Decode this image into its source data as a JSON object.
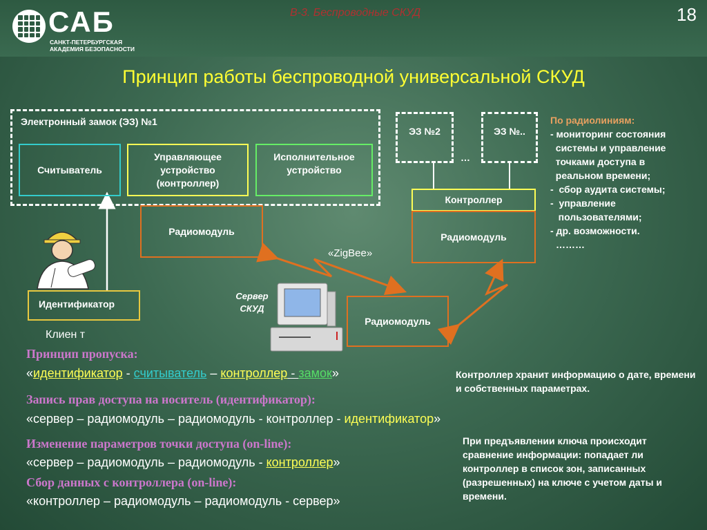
{
  "header": {
    "logo_text": "САБ",
    "logo_sub": "САНКТ-ПЕТЕРБУРГСКАЯ АКАДЕМИЯ БЕЗОПАСНОСТИ",
    "slide_subtitle": "В-3. Беспроводные СКУД",
    "page_number": "18"
  },
  "title": "Принцип работы беспроводной универсальной СКУД",
  "diagram": {
    "lock1_label": "Электронный замок (ЭЗ) №1",
    "reader": "Считыватель",
    "control_unit": "Управляющее устройство (контроллер)",
    "actuator": "Исполнительное устройство",
    "radio1": "Радиомодуль",
    "lock2": "ЭЗ №2",
    "lockn": "ЭЗ №..",
    "dots_small": "…",
    "controller": "Контроллер",
    "radio2": "Радиомодуль",
    "zigbee": "«ZigBee»",
    "server": "Сервер СКУД",
    "radio3": "Радиомодуль",
    "identifier": "Идентификатор",
    "client": "Клиен т"
  },
  "radio_info": {
    "heading": "По радиолиниям:",
    "lines": [
      "- мониторинг состояния",
      "  системы и управление",
      "  точками доступа в",
      "  реальном времени;",
      "-  сбор аудита системы;",
      "-  управление",
      "   пользователями;",
      "- др. возможности.",
      "………"
    ]
  },
  "annotations": {
    "pass_head": "Принцип пропуска:",
    "pass_q1": "«",
    "pass_w1": "идентификатор",
    "pass_s1": " - ",
    "pass_w2": "считыватель",
    "pass_s2": " – ",
    "pass_w3": "контроллер",
    "pass_s3": " - ",
    "pass_w4": "замок",
    "pass_q2": "»",
    "write_head": "Запись прав доступа на носитель (идентификатор):",
    "write_line": "«сервер – радиомодуль – радиомодуль - контроллер - ",
    "write_end": "идентификатор",
    "write_q": "»",
    "change_head": "Изменение параметров точки доступа (on-line):",
    "change_line": "«сервер – радиомодуль – радиомодуль - ",
    "change_end": "контроллер",
    "change_q": "»",
    "collect_head": "Сбор данных с контроллера (on-line):",
    "collect_line": "«контроллер – радиомодуль – радиомодуль - сервер",
    "collect_q": "»"
  },
  "notes": {
    "controller_note": "Контроллер хранит информацию о дате, времени и собственных параметрах.",
    "key_note": "При предъявлении ключа происходит сравнение информации: попадает ли контроллер в список зон, записанных (разрешенных) на ключе с учетом даты и времени."
  },
  "colors": {
    "title": "#ffff33",
    "reader_border": "#33cccc",
    "controller_border": "#ffff55",
    "actuator_border": "#66ee66",
    "radio_border": "#e07020",
    "annotation_head": "#cc77cc"
  }
}
